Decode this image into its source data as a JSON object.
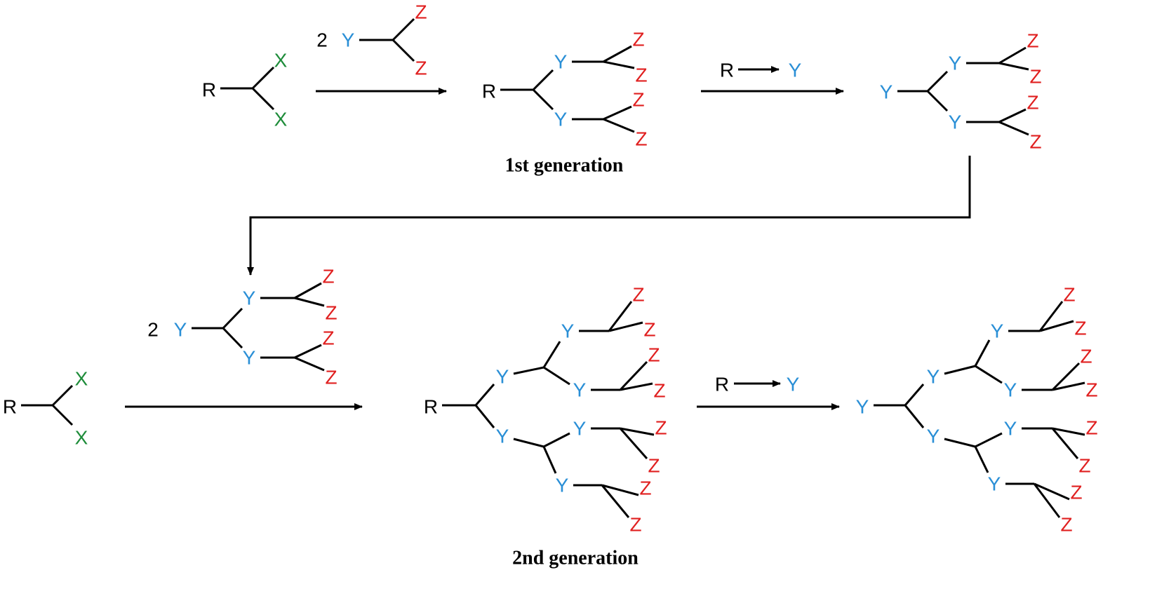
{
  "colors": {
    "R": "#000000",
    "X": "#1e8c3a",
    "Y": "#2a8fd6",
    "Z": "#e02020",
    "coef": "#000000",
    "bond": "#000000"
  },
  "labels": {
    "R": "R",
    "X": "X",
    "Y": "Y",
    "Z": "Z",
    "coefficient": "2"
  },
  "captions": {
    "first": "1st generation",
    "second": "2nd generation"
  }
}
